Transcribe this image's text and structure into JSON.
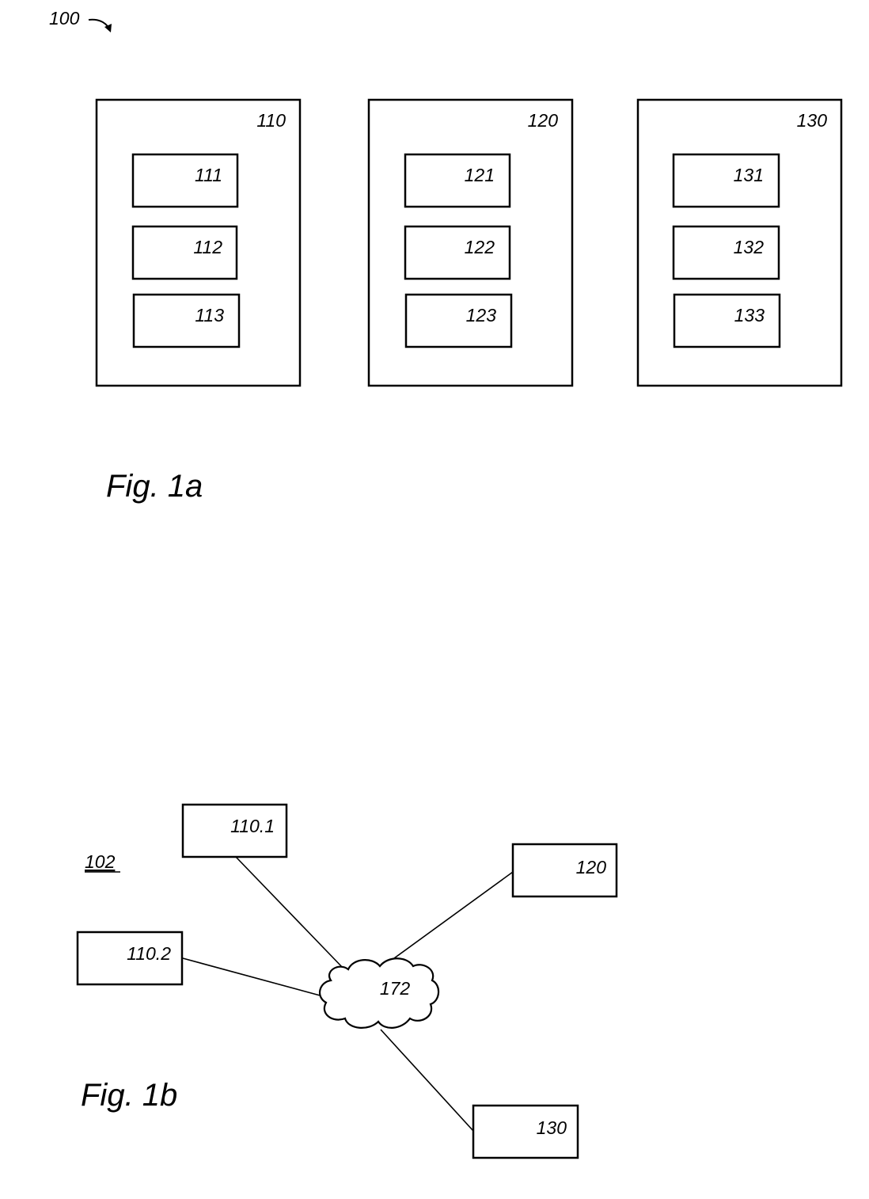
{
  "fig1a": {
    "system_ref": "100",
    "caption": "Fig. 1a",
    "devices": [
      {
        "ref": "110",
        "components": [
          "111",
          "112",
          "113"
        ]
      },
      {
        "ref": "120",
        "components": [
          "121",
          "122",
          "123"
        ]
      },
      {
        "ref": "130",
        "components": [
          "131",
          "132",
          "133"
        ]
      }
    ]
  },
  "fig1b": {
    "system_ref": "102",
    "caption": "Fig. 1b",
    "network_ref": "172",
    "nodes": [
      "110.1",
      "110.2",
      "120",
      "130"
    ]
  }
}
